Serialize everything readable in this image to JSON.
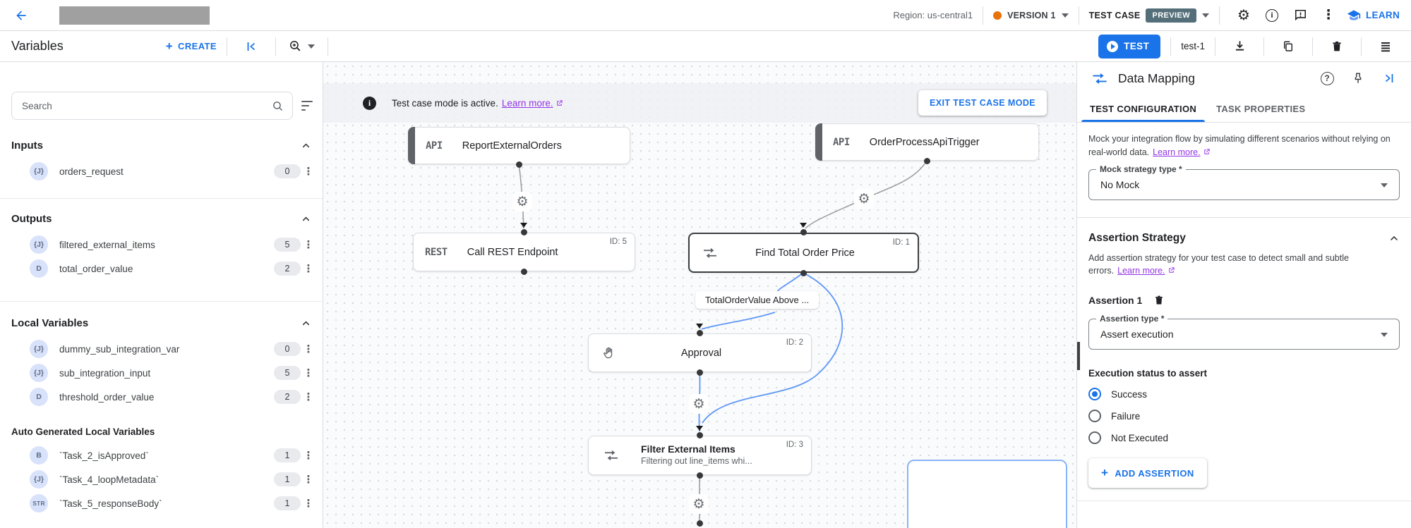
{
  "colors": {
    "accent": "#1a73e8",
    "version_dot": "#e8710a",
    "preview_badge_bg": "#546e7a",
    "link_purple": "#9334e6",
    "selected_edge": "#5e97f6"
  },
  "topbar": {
    "region_label": "Region: us-central1",
    "version_label": "VERSION 1",
    "test_case_label": "TEST CASE",
    "preview_badge": "PREVIEW",
    "learn_label": "LEARN"
  },
  "toolbar": {
    "title": "Variables",
    "create_label": "CREATE",
    "test_label": "TEST",
    "test_case_name": "test-1"
  },
  "sidebar": {
    "search_placeholder": "Search",
    "inputs": {
      "title": "Inputs",
      "items": [
        {
          "type": "{J}",
          "name": "orders_request",
          "count": "0"
        }
      ]
    },
    "outputs": {
      "title": "Outputs",
      "items": [
        {
          "type": "{J}",
          "name": "filtered_external_items",
          "count": "5"
        },
        {
          "type": "D",
          "name": "total_order_value",
          "count": "2"
        }
      ]
    },
    "local": {
      "title": "Local Variables",
      "items": [
        {
          "type": "{J}",
          "name": "dummy_sub_integration_var",
          "count": "0"
        },
        {
          "type": "{J}",
          "name": "sub_integration_input",
          "count": "5"
        },
        {
          "type": "D",
          "name": "threshold_order_value",
          "count": "2"
        }
      ]
    },
    "auto": {
      "title": "Auto Generated Local Variables",
      "items": [
        {
          "type": "B",
          "name": "`Task_2_isApproved`",
          "count": "1"
        },
        {
          "type": "{J}",
          "name": "`Task_4_loopMetadata`",
          "count": "1"
        },
        {
          "type": "STR",
          "name": "`Task_5_responseBody`",
          "count": "1"
        }
      ]
    }
  },
  "canvas": {
    "banner": {
      "message": "Test case mode is active.",
      "link": "Learn more.",
      "exit_button": "EXIT TEST CASE MODE"
    },
    "nodes": {
      "report": {
        "badge": "API",
        "title": "ReportExternalOrders"
      },
      "order_trigger": {
        "badge": "API",
        "title": "OrderProcessApiTrigger"
      },
      "rest": {
        "badge": "REST",
        "title": "Call REST Endpoint",
        "id": "ID: 5"
      },
      "find_total": {
        "title": "Find Total Order Price",
        "id": "ID: 1"
      },
      "approval": {
        "title": "Approval",
        "id": "ID: 2"
      },
      "filter": {
        "title": "Filter External Items",
        "subtitle": "Filtering out line_items whi...",
        "id": "ID: 3"
      }
    },
    "edge_label": "TotalOrderValue Above ..."
  },
  "panel": {
    "title": "Data Mapping",
    "tabs": {
      "config": "TEST CONFIGURATION",
      "properties": "TASK PROPERTIES"
    },
    "mock": {
      "description": "Mock your integration flow by simulating different scenarios without relying on real-world data.",
      "link": "Learn more.",
      "field_label": "Mock strategy type *",
      "field_value": "No Mock"
    },
    "assertion": {
      "section_title": "Assertion Strategy",
      "description": "Add assertion strategy for your test case to detect small and subtle errors.",
      "link": "Learn more.",
      "item_title": "Assertion 1",
      "type_label": "Assertion type *",
      "type_value": "Assert execution",
      "status_label": "Execution status to assert",
      "options": [
        {
          "label": "Success",
          "selected": true
        },
        {
          "label": "Failure",
          "selected": false
        },
        {
          "label": "Not Executed",
          "selected": false
        }
      ],
      "add_button": "ADD ASSERTION"
    }
  }
}
